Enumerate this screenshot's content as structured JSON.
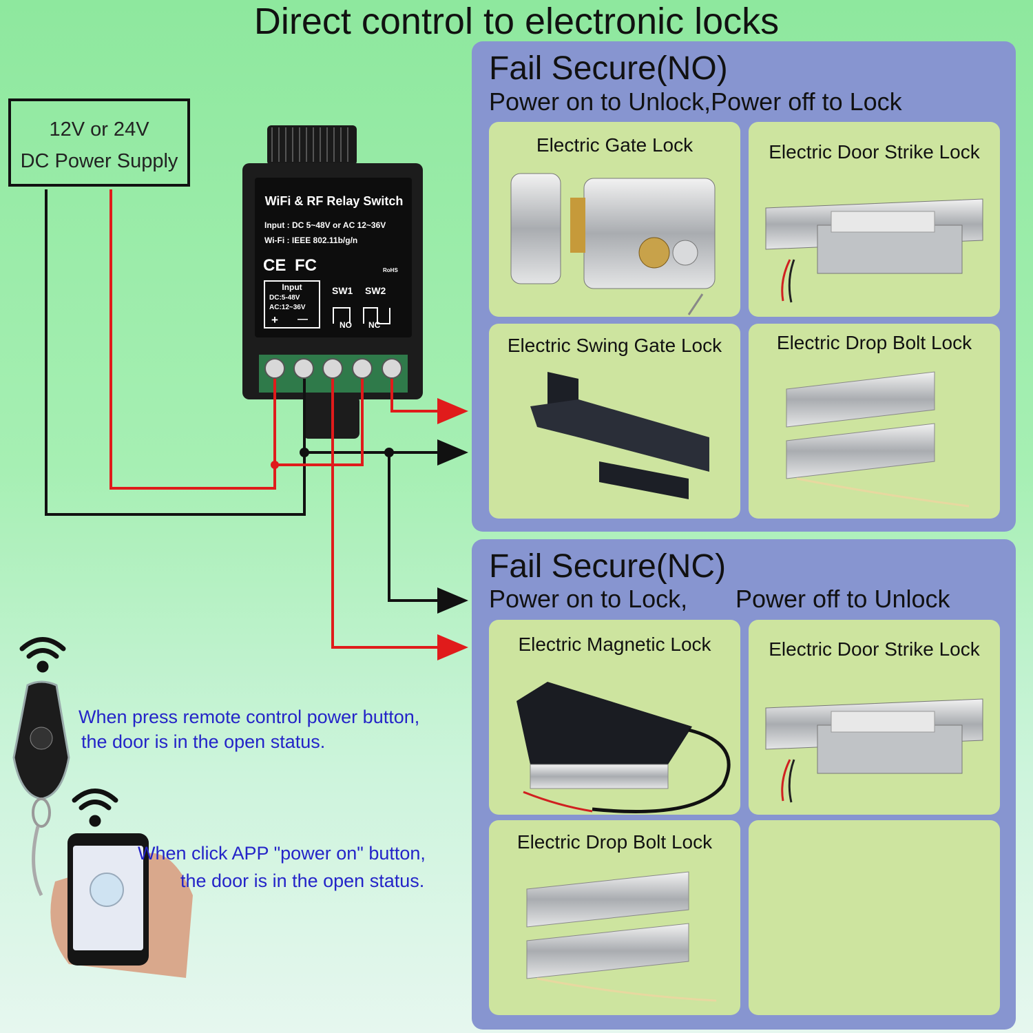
{
  "title": "Direct control to electronic locks",
  "power_supply": {
    "line1": "12V or 24V",
    "line2": "DC Power Supply"
  },
  "relay": {
    "name": "WiFi & RF Relay Switch",
    "input_spec": "Input : DC 5~48V or AC 12~36V",
    "wifi_spec": "Wi-Fi : IEEE 802.11b/g/n",
    "certs": [
      "CE",
      "FC",
      "RoHS"
    ],
    "input_box": {
      "label": "Input",
      "dc": "DC:5-48V",
      "ac": "AC:12~36V",
      "plus": "+",
      "minus": "—"
    },
    "switch_labels": {
      "sw1": "SW1",
      "sw2": "SW2",
      "no": "NO",
      "nc": "NC"
    }
  },
  "panel_no": {
    "title": "Fail Secure(NO)",
    "subtitle": "Power on to Unlock,Power off to Lock",
    "cards": [
      "Electric Gate Lock",
      "Electric Door Strike Lock",
      "Electric Swing Gate Lock",
      "Electric Drop Bolt Lock"
    ]
  },
  "panel_nc": {
    "title": "Fail Secure(NC)",
    "subtitle_a": "Power on to Lock,",
    "subtitle_b": "Power off to Unlock",
    "cards": [
      "Electric Magnetic Lock",
      "Electric Door Strike Lock",
      "Electric Drop Bolt Lock"
    ]
  },
  "remote_note": {
    "line1": "When press remote control power button,",
    "line2": "the door is in the open status."
  },
  "app_note": {
    "line1": "When click APP \"power on\" button,",
    "line2": "the door is in the open status."
  },
  "colors": {
    "wire_red": "#e01b1b",
    "wire_black": "#111111",
    "panel": "#8795d0",
    "card": "#cde49f",
    "note_text": "#2424c8"
  }
}
